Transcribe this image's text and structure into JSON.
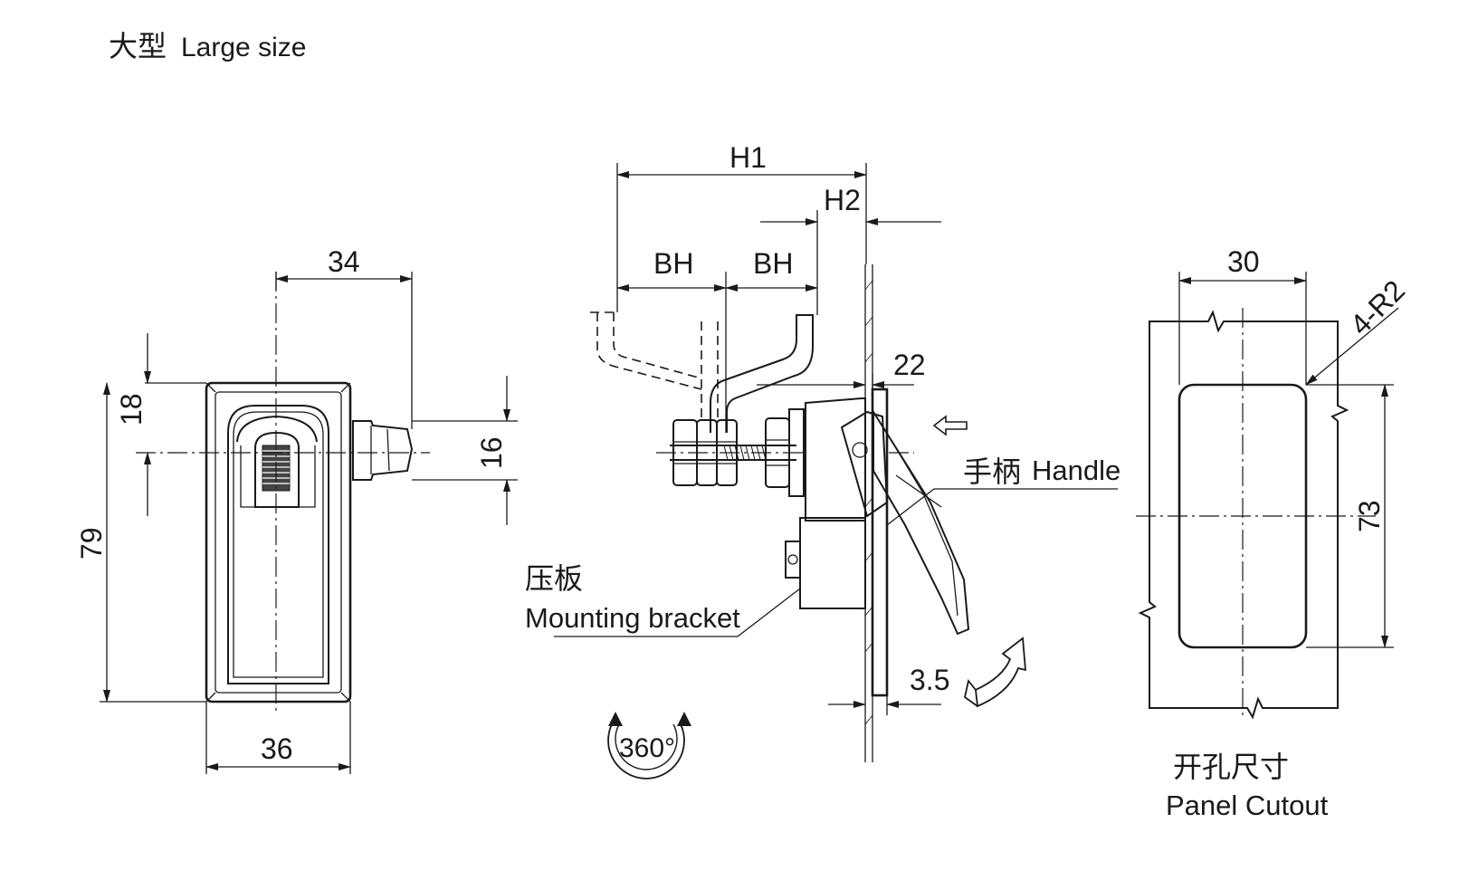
{
  "title": {
    "cn": "大型",
    "en": "Large size"
  },
  "front_view": {
    "width_top": "34",
    "height_top": "18",
    "height_total": "79",
    "hub_height": "16",
    "width_bottom": "36"
  },
  "side_view": {
    "h1": "H1",
    "h2": "H2",
    "bh1": "BH",
    "bh2": "BH",
    "dim_22": "22",
    "dim_3_5": "3.5",
    "rotation": "360°",
    "handle_cn": "手柄",
    "handle_en": "Handle",
    "bracket_cn": "压板",
    "bracket_en": "Mounting bracket"
  },
  "cutout": {
    "width": "30",
    "radius": "4-R2",
    "height": "73",
    "label_cn": "开孔尺寸",
    "label_en": "Panel Cutout"
  }
}
